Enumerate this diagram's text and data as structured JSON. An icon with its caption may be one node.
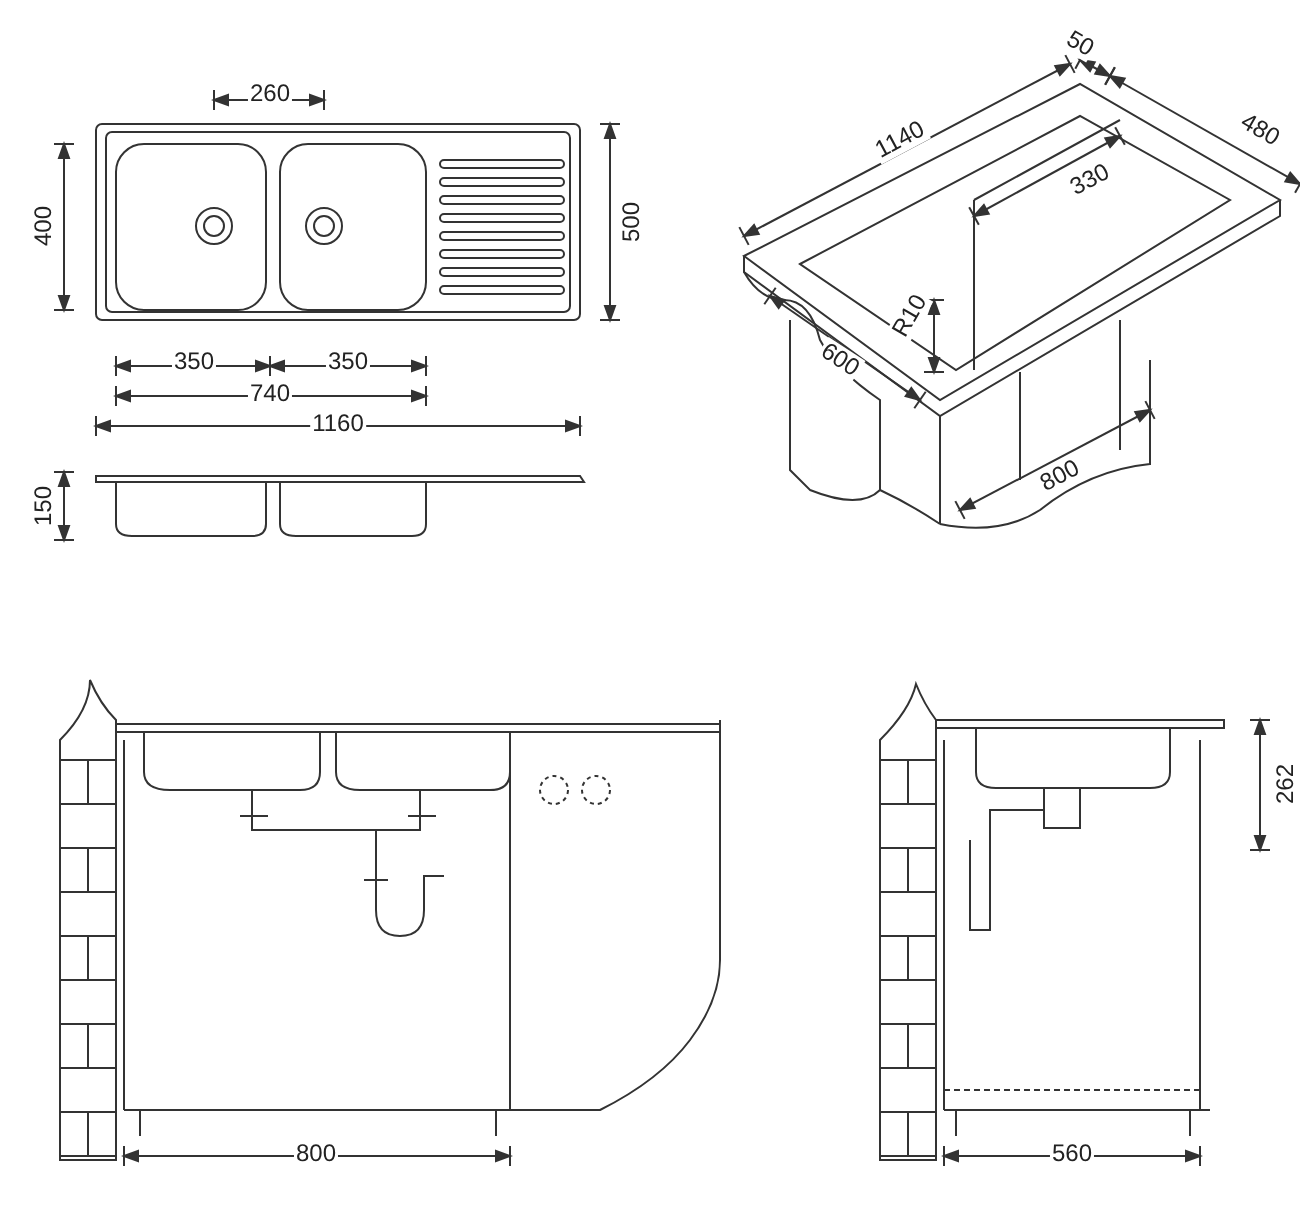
{
  "diagram": {
    "labels": [
      "260",
      "400",
      "500",
      "350",
      "350",
      "740",
      "1160",
      "150",
      "50",
      "480",
      "1140",
      "330",
      "R10",
      "600",
      "800",
      "800",
      "262",
      "560"
    ]
  }
}
